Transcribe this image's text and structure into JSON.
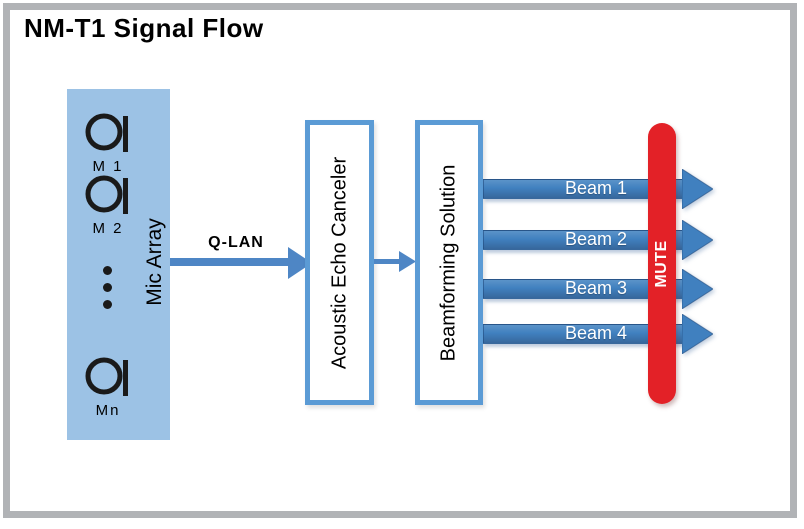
{
  "title": "NM-T1 Signal Flow",
  "colors": {
    "frame-gray": "#b1b3b6",
    "light-blue": "#9cc2e5",
    "box-blue": "#5b9bd5",
    "arrow-blue": "#4e86c5",
    "beam-blue": "#4080bf",
    "mute-red": "#e32127"
  },
  "mic_array": {
    "label": "Mic Array",
    "mics": [
      {
        "label": "M 1"
      },
      {
        "label": "M 2"
      },
      {
        "label": "Mn"
      }
    ]
  },
  "qlan": {
    "label": "Q-LAN"
  },
  "blocks": [
    {
      "label": "Acoustic Echo Canceler"
    },
    {
      "label": "Beamforming Solution"
    }
  ],
  "beams": [
    {
      "label": "Beam 1"
    },
    {
      "label": "Beam 2"
    },
    {
      "label": "Beam 3"
    },
    {
      "label": "Beam 4"
    }
  ],
  "mute": {
    "label": "MUTE"
  }
}
